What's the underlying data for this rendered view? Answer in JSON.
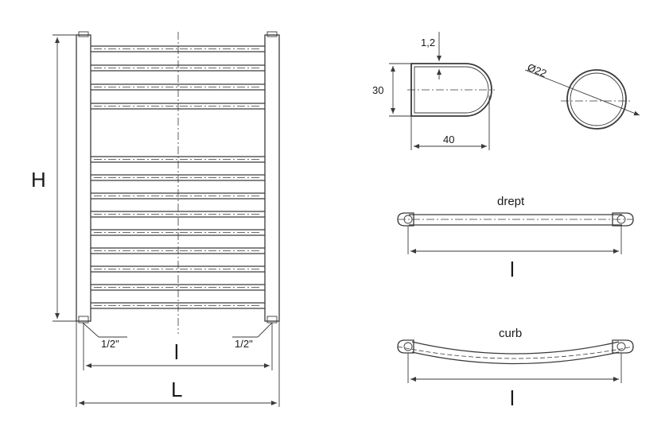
{
  "radiator": {
    "height_label": "H",
    "inner_width_label": "l",
    "outer_width_label": "L",
    "left_connection": "1/2\"",
    "right_connection": "1/2\""
  },
  "profile": {
    "thickness_label": "1,2",
    "height_label": "30",
    "width_label": "40"
  },
  "tube": {
    "diameter_label": "Ø22"
  },
  "straight": {
    "title": "drept",
    "length_label": "l"
  },
  "curved": {
    "title": "curb",
    "length_label": "l"
  },
  "colors": {
    "line": "#3a3a3a",
    "text": "#1a1a1a"
  }
}
